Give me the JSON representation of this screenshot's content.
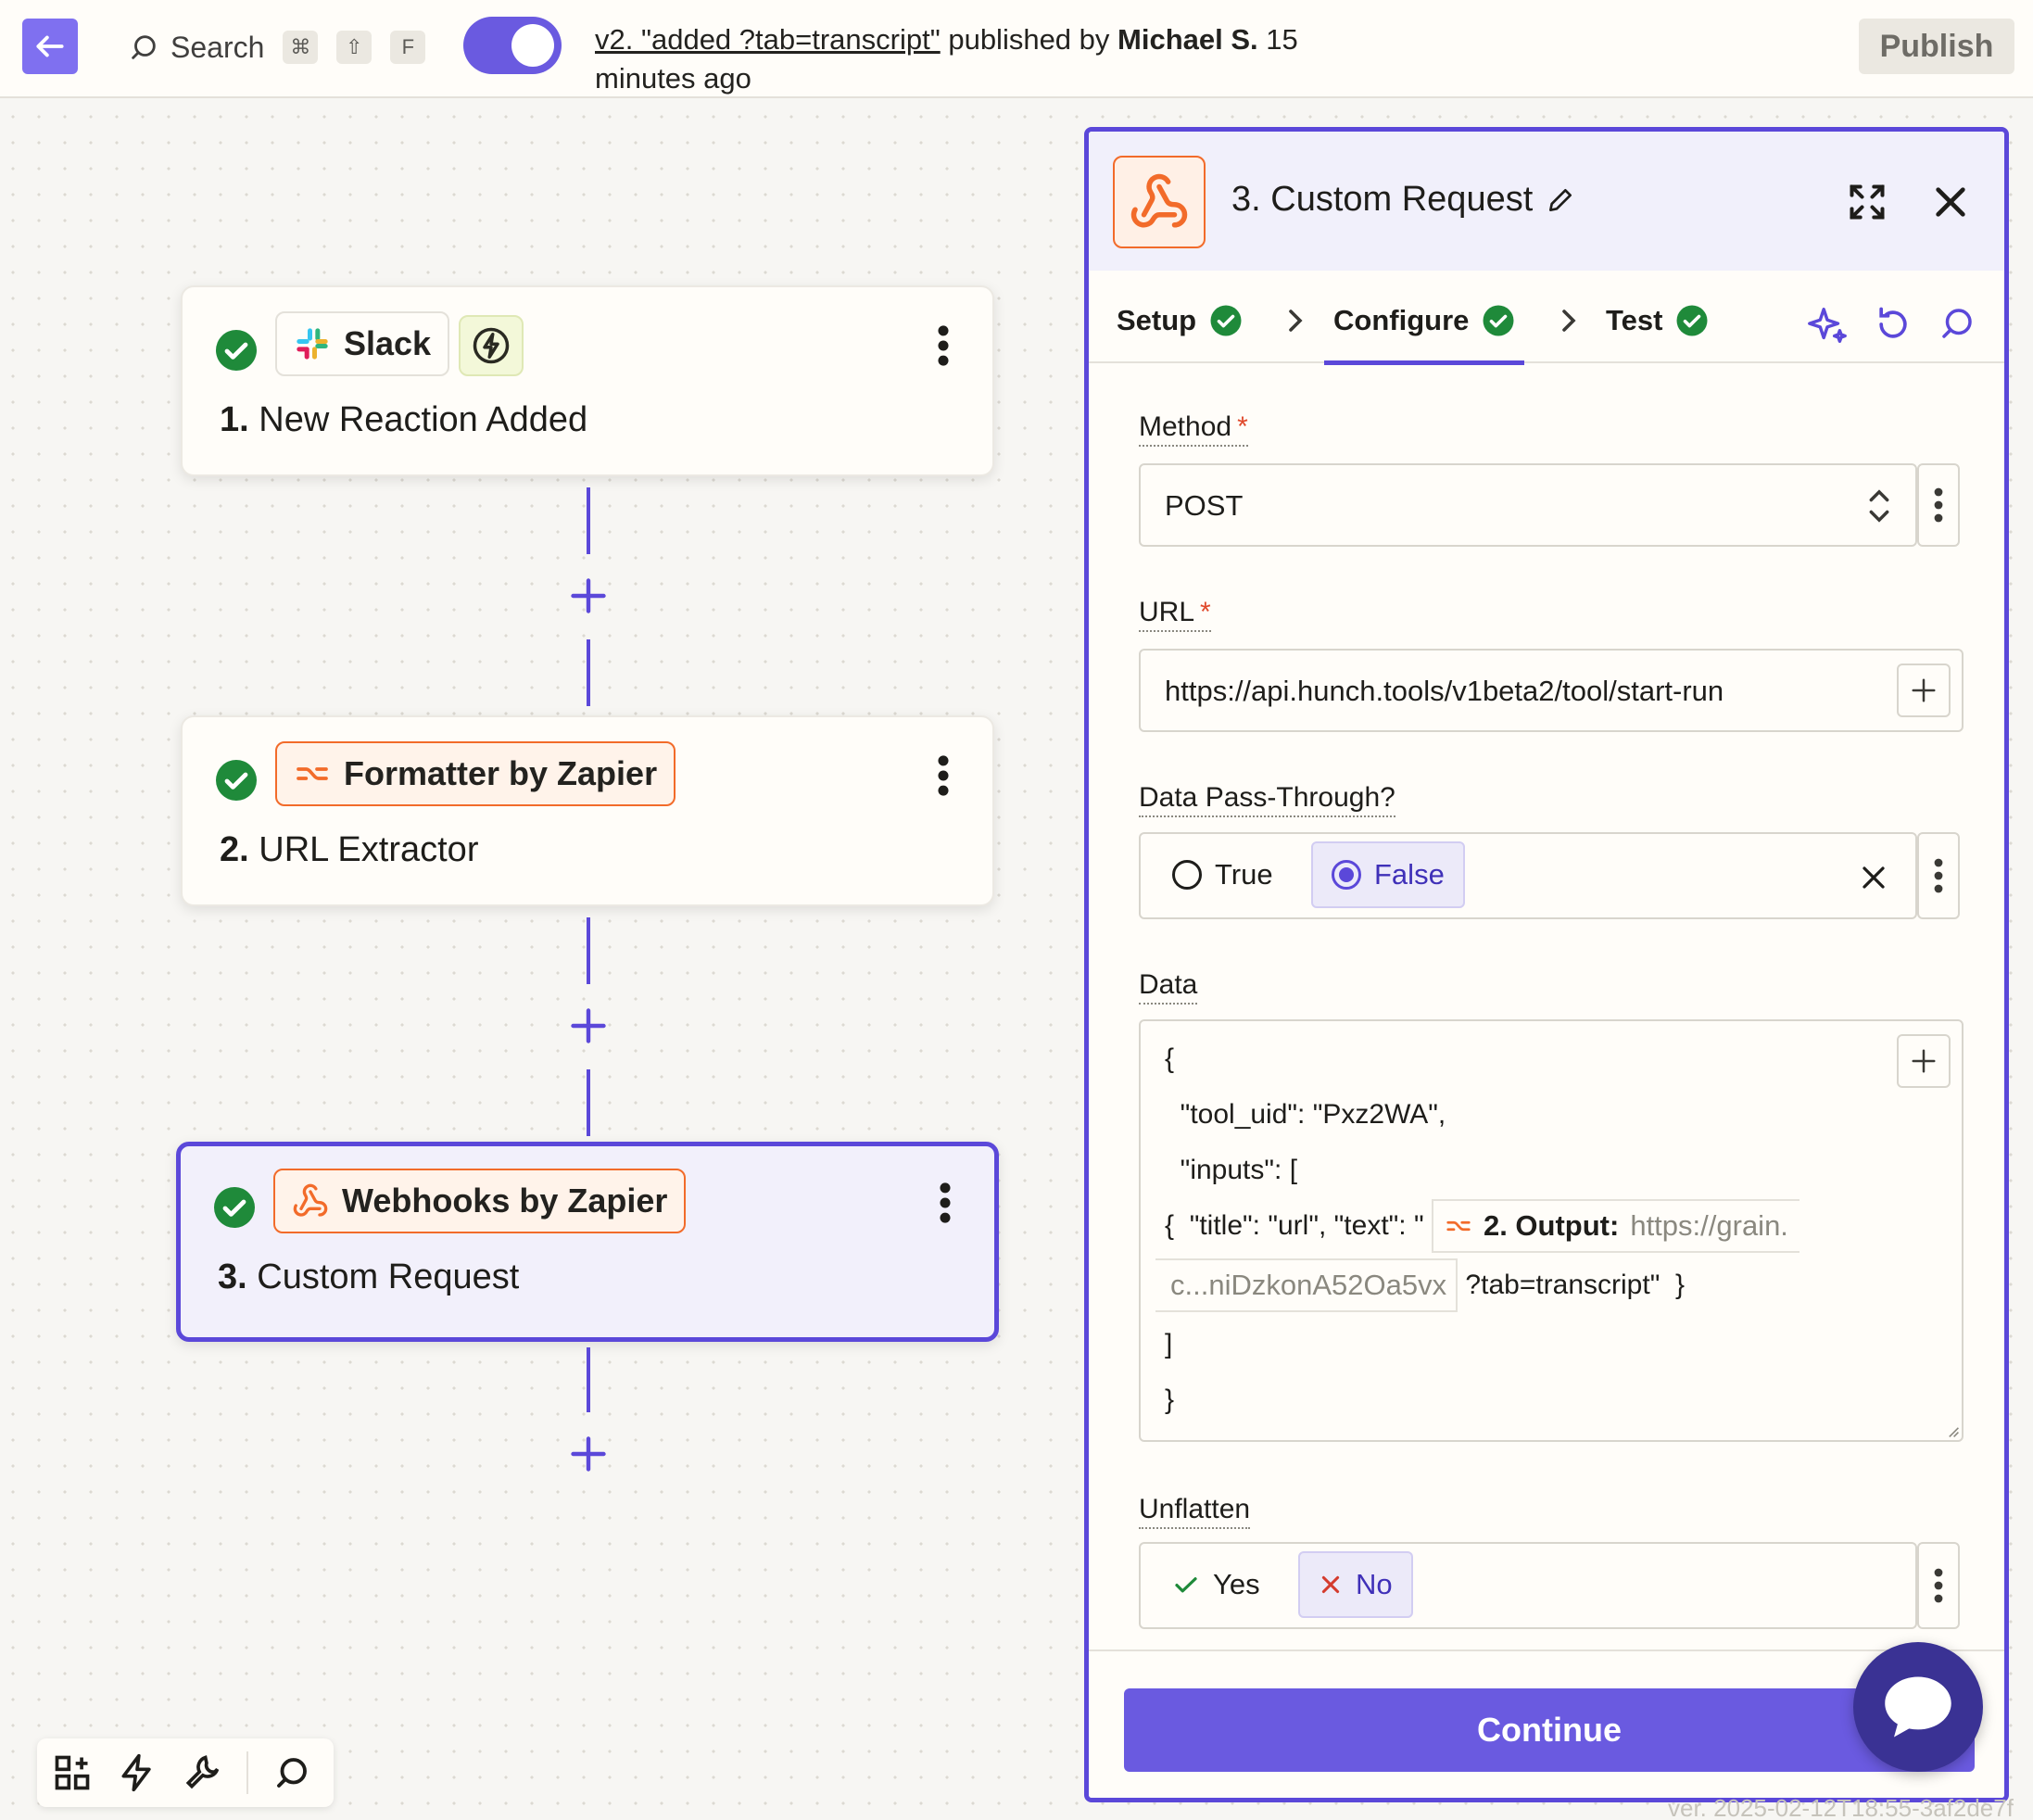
{
  "topbar": {
    "search_label": "Search",
    "shortcut_keys": [
      "⌘",
      "⇧",
      "F"
    ],
    "version_link": "v2. \"added ?tab=transcript\"",
    "version_published_by": " published by ",
    "version_author": "Michael S.",
    "version_time": " 15 minutes ago",
    "publish_label": "Publish"
  },
  "steps": [
    {
      "app": "Slack",
      "number": "1.",
      "title": "New Reaction Added"
    },
    {
      "app": "Formatter by Zapier",
      "number": "2.",
      "title": "URL Extractor"
    },
    {
      "app": "Webhooks by Zapier",
      "number": "3.",
      "title": "Custom Request"
    }
  ],
  "panel": {
    "title": "3. Custom Request",
    "tabs": [
      {
        "label": "Setup"
      },
      {
        "label": "Configure"
      },
      {
        "label": "Test"
      }
    ],
    "active_tab": "Configure",
    "fields": {
      "method": {
        "label": "Method",
        "value": "POST"
      },
      "url": {
        "label": "URL",
        "value": "https://api.hunch.tools/v1beta2/tool/start-run"
      },
      "pass_through": {
        "label": "Data Pass-Through?",
        "option_true": "True",
        "option_false": "False",
        "selected": "False"
      },
      "data": {
        "label": "Data",
        "line1": "{",
        "line2": "  \"tool_uid\": \"Pxz2WA\",",
        "line3": "  \"inputs\": [",
        "line4_prefix": "{  \"title\": \"url\", \"text\": \" ",
        "pill_label": "2. Output:",
        "pill_value": "https://grain.",
        "pill_value_cont": "c...niDzkonA52Oa5vx",
        "line5_suffix": " ?tab=transcript\"  }",
        "line6": "]",
        "line7": "}"
      },
      "unflatten": {
        "label": "Unflatten",
        "option_yes": "Yes",
        "option_no": "No",
        "selected": "No"
      }
    },
    "continue_label": "Continue"
  },
  "footer": {
    "version": "ver. 2025-02-12T18:55-3af2de7f"
  },
  "colors": {
    "accent": "#5b48d9",
    "accent_button": "#6a5ae0",
    "success": "#1f8a3a",
    "webhook_orange": "#f26b2a",
    "required": "#e0492c"
  }
}
